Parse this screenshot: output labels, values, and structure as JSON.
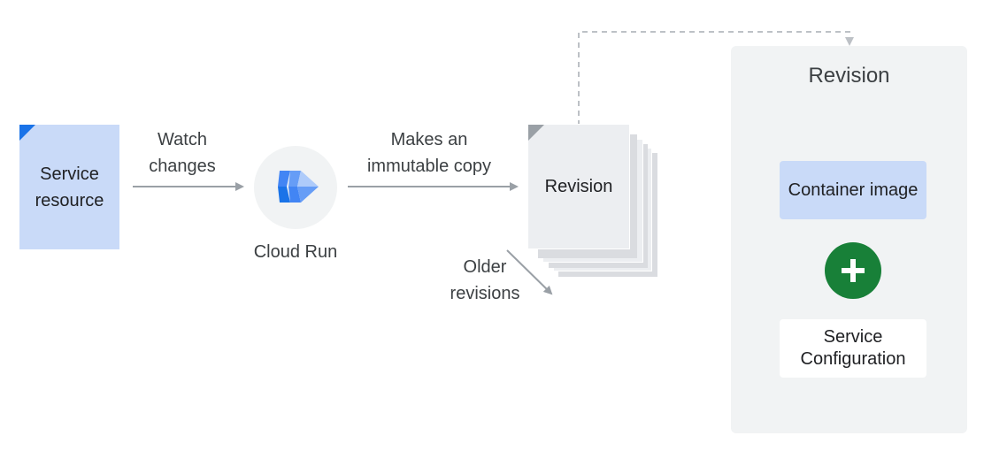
{
  "nodes": {
    "service_resource": {
      "label": "Service resource"
    },
    "cloud_run": {
      "label": "Cloud Run",
      "icon": "cloud-run-icon"
    },
    "revision_stack": {
      "label": "Revision"
    },
    "revision_detail": {
      "title": "Revision",
      "container_image": "Container image",
      "plus_icon": "plus-icon",
      "service_configuration": "Service Configuration"
    }
  },
  "edges": {
    "watch_changes": {
      "label": "Watch changes",
      "from": "service_resource",
      "to": "cloud_run"
    },
    "immutable_copy": {
      "label": "Makes an immutable copy",
      "from": "cloud_run",
      "to": "revision_stack"
    },
    "older_revisions": {
      "label": "Older revisions",
      "from": "revision_stack",
      "to": "older"
    },
    "detail_link": {
      "label": "",
      "from": "revision_stack",
      "to": "revision_detail",
      "style": "dashed"
    }
  },
  "colors": {
    "blue_light": "#c9daf8",
    "blue_accent": "#1a73e8",
    "gray_panel": "#f1f3f4",
    "green": "#188038",
    "arrow": "#9aa0a6"
  }
}
